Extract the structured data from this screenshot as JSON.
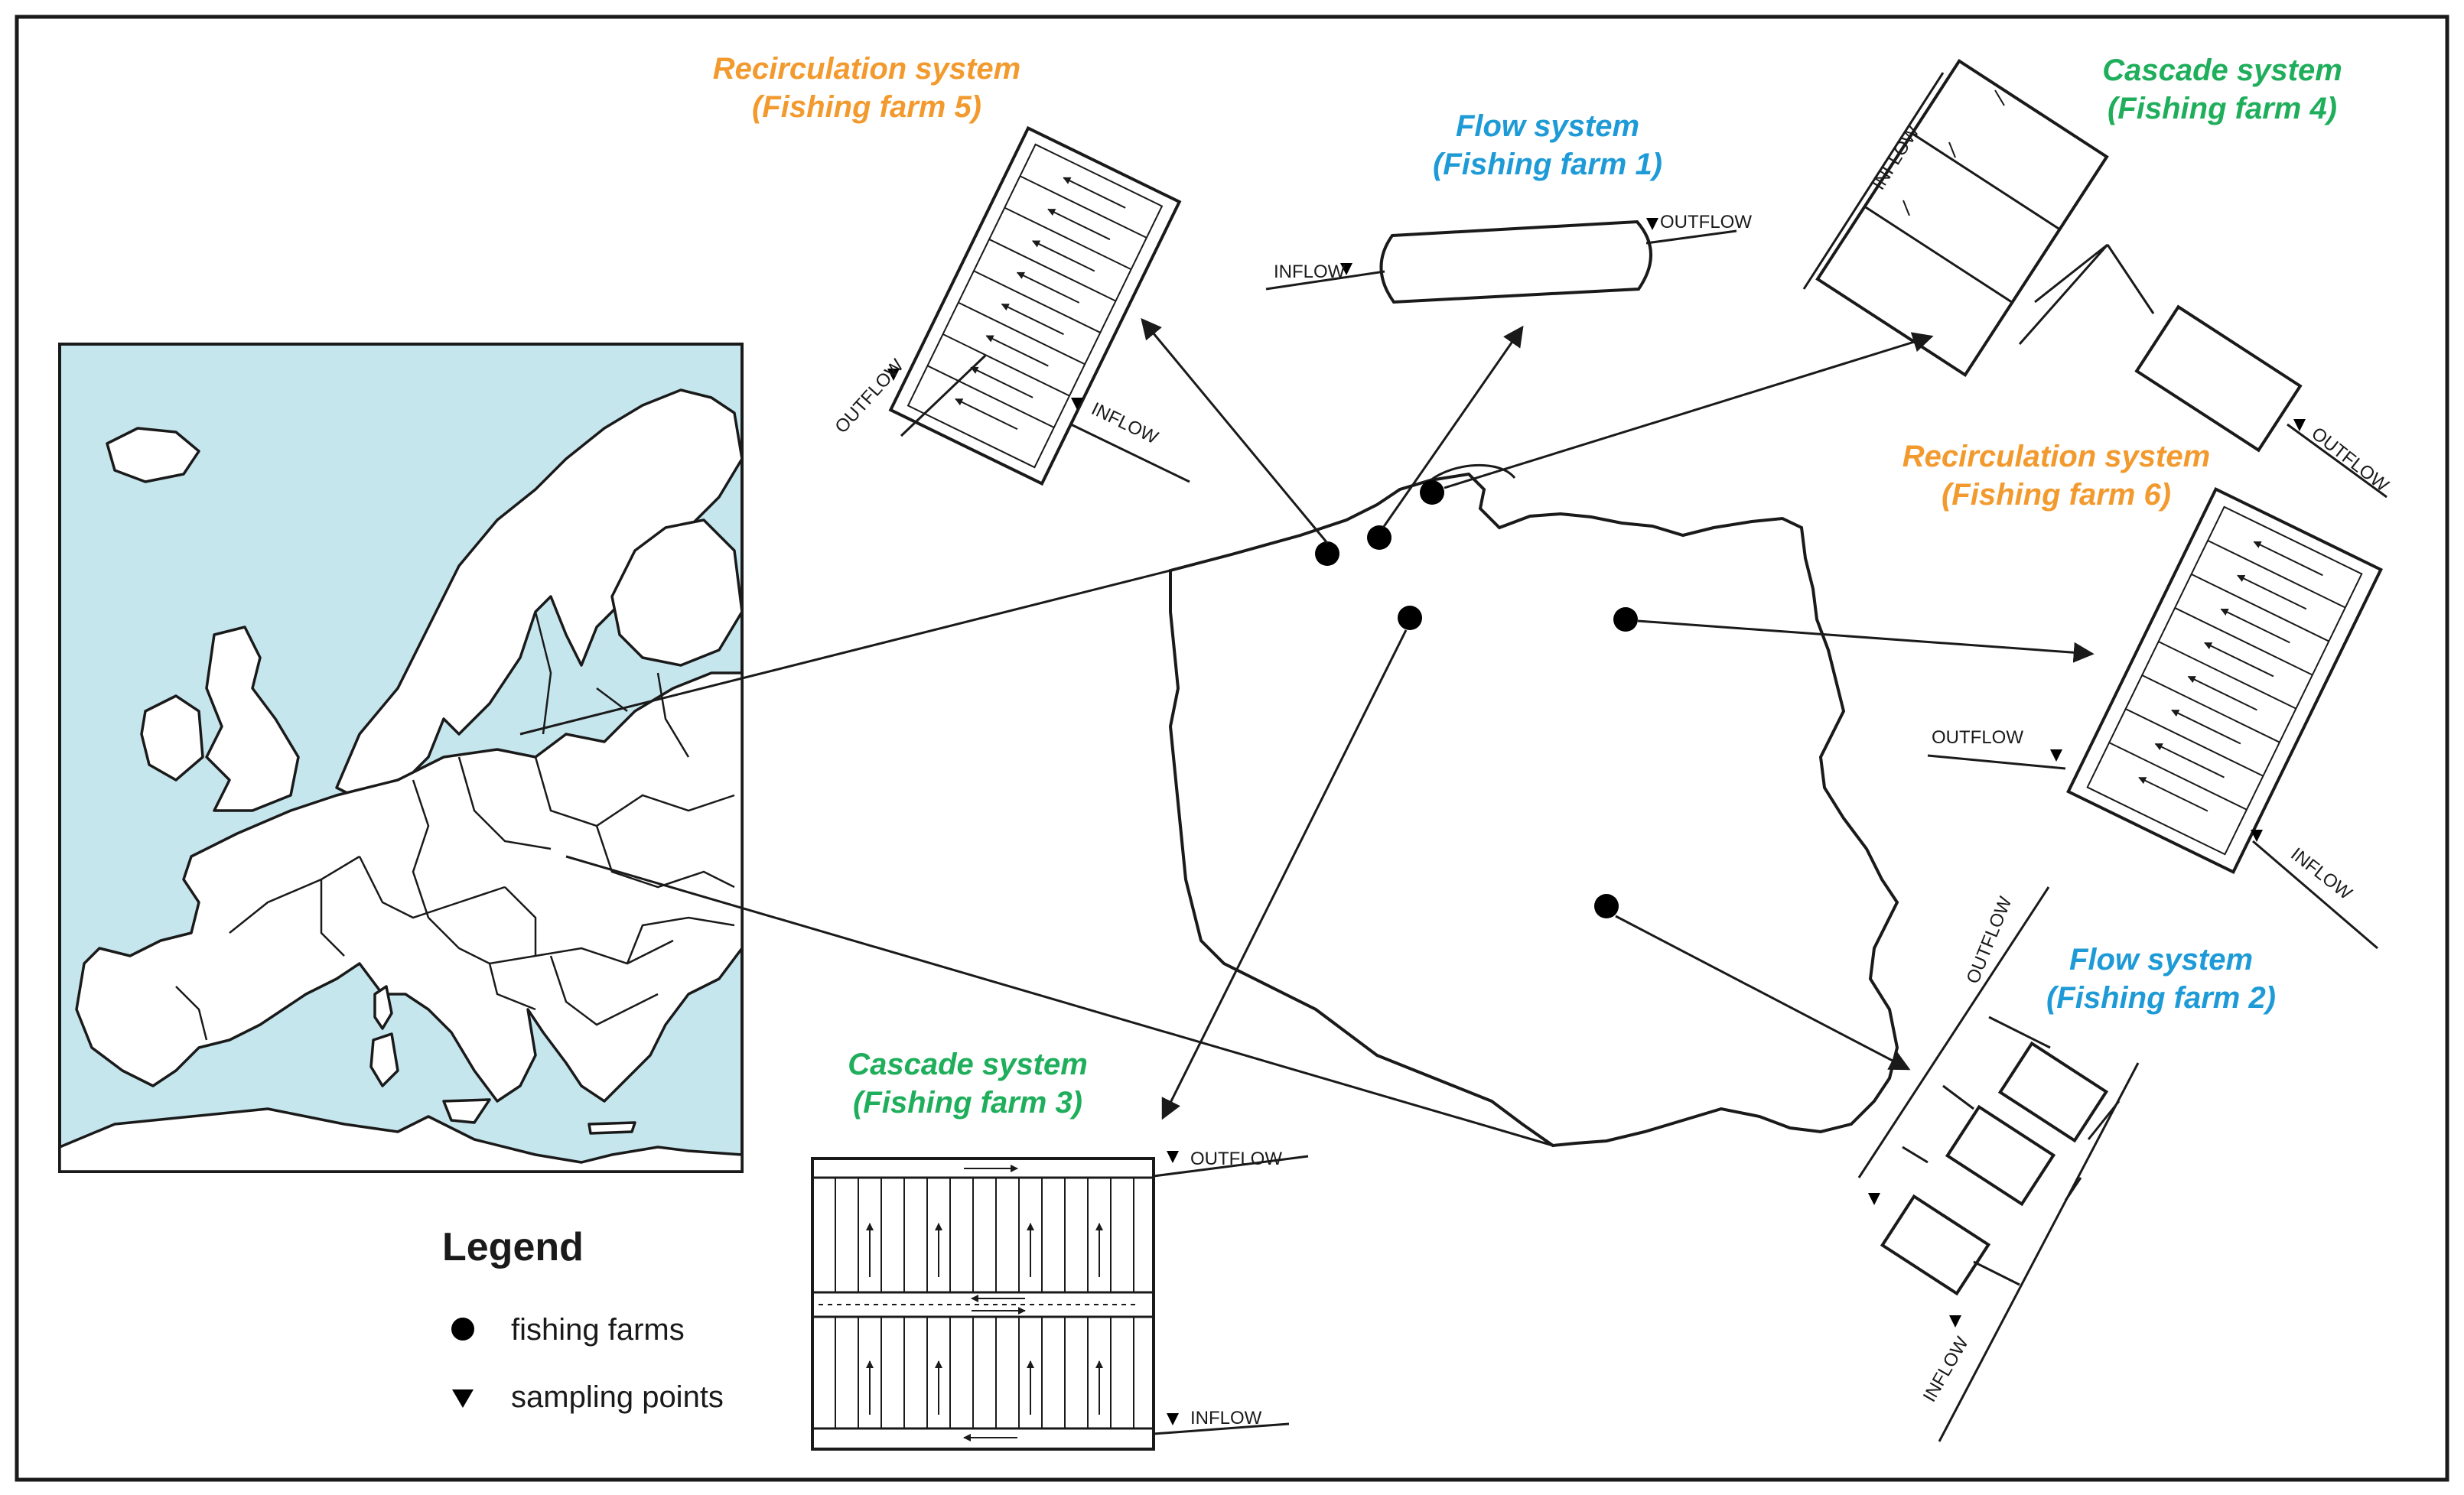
{
  "farms": {
    "farm1": {
      "line1": "Flow system",
      "line2": "(Fishing farm 1)",
      "color": "#1e9bd7"
    },
    "farm2": {
      "line1": "Flow system",
      "line2": "(Fishing farm 2)",
      "color": "#1e9bd7"
    },
    "farm3": {
      "line1": "Cascade system",
      "line2": "(Fishing farm 3)",
      "color": "#1fae5b"
    },
    "farm4": {
      "line1": "Cascade system",
      "line2": "(Fishing farm 4)",
      "color": "#1fae5b"
    },
    "farm5": {
      "line1": "Recirculation system",
      "line2": "(Fishing farm 5)",
      "color": "#f29a2e"
    },
    "farm6": {
      "line1": "Recirculation system",
      "line2": "(Fishing farm 6)",
      "color": "#f29a2e"
    }
  },
  "flow_labels": {
    "inflow": "INFLOW",
    "outflow": "OUTFLOW"
  },
  "legend": {
    "title": "Legend",
    "farms_label": "fishing farms",
    "sampling_label": "sampling points",
    "farm_icon": "filled-circle",
    "sampling_icon": "downward-triangle"
  },
  "map": {
    "sea_color": "#c6e6ee",
    "land_color": "#ffffff"
  }
}
